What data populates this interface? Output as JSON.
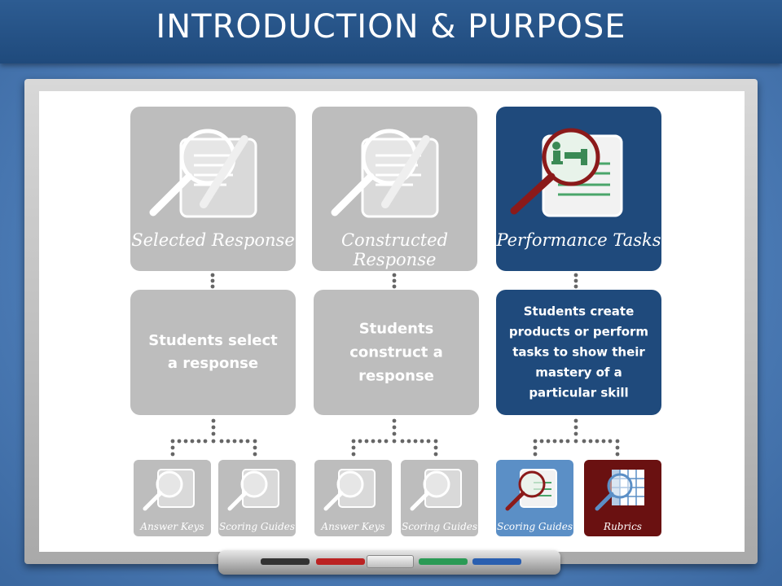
{
  "title": "INTRODUCTION & PURPOSE",
  "columns": [
    {
      "category": "Selected Response",
      "description": "Students select a response",
      "tools": [
        "Answer Keys",
        "Scoring Guides"
      ]
    },
    {
      "category": "Constructed Response",
      "description": "Students construct a response",
      "tools": [
        "Answer Keys",
        "Scoring Guides"
      ]
    },
    {
      "category": "Performance Tasks",
      "description": "Students create products or perform tasks to show their mastery of a particular skill",
      "tools": [
        "Scoring Guides",
        "Rubrics"
      ]
    }
  ],
  "colors": {
    "inactive": "#bdbdbd",
    "active": "#1f4a7c",
    "scoring_guides_active": "#5b8fc6",
    "rubrics_active": "#6a1111",
    "magnifier_active": "#8b1a1a"
  },
  "icons": [
    "magnifier-document-icon",
    "piano-document-icon",
    "rubric-grid-icon"
  ]
}
